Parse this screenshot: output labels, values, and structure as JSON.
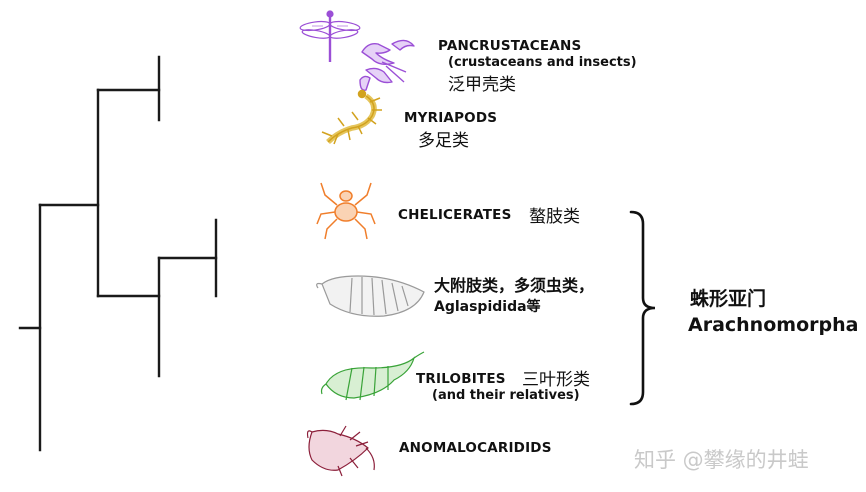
{
  "taxa": {
    "pancrustaceans": {
      "name": "PANCRUSTACEANS",
      "sub": "(crustaceans and insects)",
      "cn": "泛甲壳类"
    },
    "myriapods": {
      "name": "MYRIAPODS",
      "cn": "多足类"
    },
    "chelicerates": {
      "name": "CHELICERATES",
      "cn": "螯肢类"
    },
    "great_appendage": {
      "line1": "大附肢类，多须虫类，",
      "line2": "Aglaspidida等"
    },
    "trilobites": {
      "name": "TRILOBITES",
      "cn": "三叶形类",
      "sub": "(and their relatives)"
    },
    "anomalocaridids": {
      "name": "ANOMALOCARIDIDS"
    }
  },
  "group": {
    "cn": "蛛形亚门",
    "latin": "Arachnomorpha"
  },
  "watermark": "知乎 @攀缘的井蛙",
  "colors": {
    "branch": "#1a1a1a",
    "insect": "#9b4fd6",
    "myriapod": "#d2a21e",
    "spider": "#f07e2b",
    "trilobite_like": "#9a9a9a",
    "trilobite": "#39a338",
    "anomalocaridid": "#8c1f3a"
  }
}
